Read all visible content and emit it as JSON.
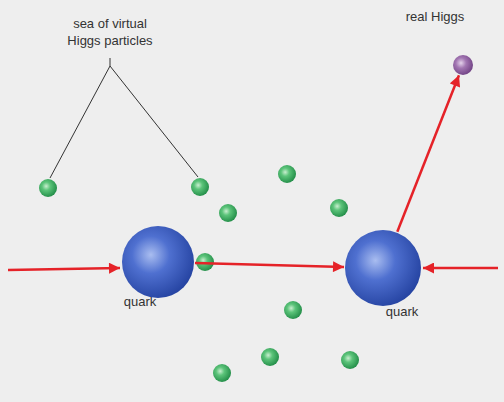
{
  "diagram": {
    "nodes": [
      {
        "text": [
          "real Higgs"
        ]
      },
      {
        "text": [
          "quark"
        ]
      },
      {
        "text": [
          "quark"
        ]
      }
    ],
    "edges": [
      {
        "from": 1,
        "to": 2,
        "arrow": "to"
      },
      {
        "from": 2,
        "to": 0,
        "arrow": "to"
      }
    ],
    "labels": [
      "sea of virtual Higgs particles"
    ]
  }
}
